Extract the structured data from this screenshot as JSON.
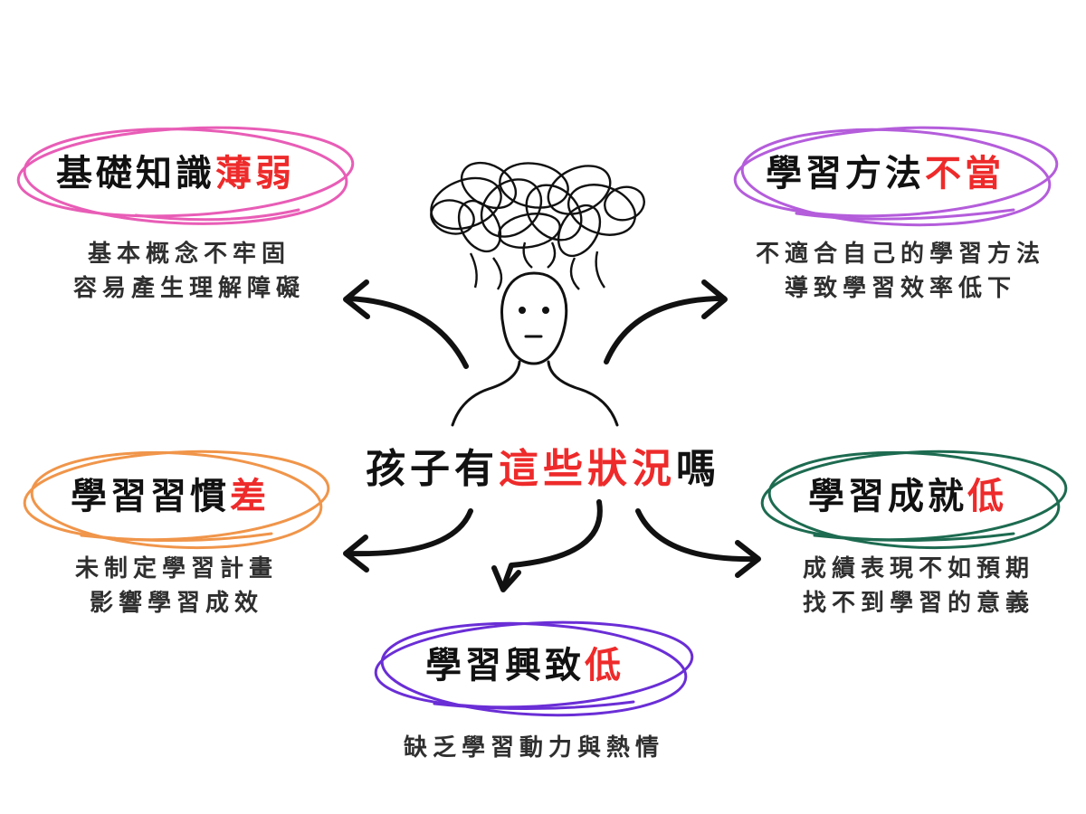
{
  "center": {
    "prefix": "孩子有",
    "highlight": "這些狀況",
    "suffix": "嗎"
  },
  "items": [
    {
      "id": "foundation",
      "title_plain": "基礎知識",
      "title_highlight": "薄弱",
      "ring_color": "#e85db6",
      "lines": [
        "基本概念不牢固",
        "容易產生理解障礙"
      ]
    },
    {
      "id": "method",
      "title_plain": "學習方法",
      "title_highlight": "不當",
      "ring_color": "#b45ddb",
      "lines": [
        "不適合自己的學習方法",
        "導致學習效率低下"
      ]
    },
    {
      "id": "habit",
      "title_plain": "學習習慣",
      "title_highlight": "差",
      "ring_color": "#f0954a",
      "lines": [
        "未制定學習計畫",
        "影響學習成效"
      ]
    },
    {
      "id": "achievement",
      "title_plain": "學習成就",
      "title_highlight": "低",
      "ring_color": "#1d6b50",
      "lines": [
        "成績表現不如預期",
        "找不到學習的意義"
      ]
    },
    {
      "id": "interest",
      "title_plain": "學習興致",
      "title_highlight": "低",
      "ring_color": "#6a2ed6",
      "lines": [
        "缺乏學習動力與熱情"
      ]
    }
  ]
}
